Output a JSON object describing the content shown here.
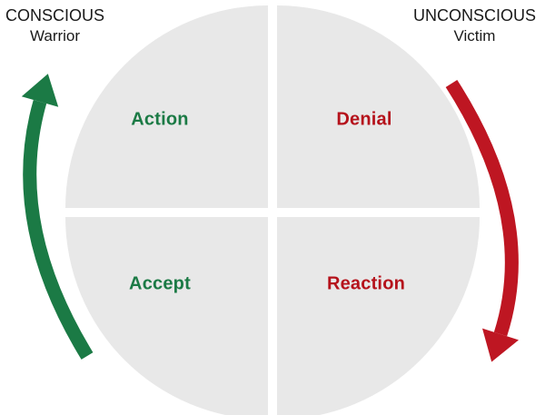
{
  "header": {
    "left": {
      "title": "CONSCIOUS",
      "subtitle": "Warrior"
    },
    "right": {
      "title": "UNCONSCIOUS",
      "subtitle": "Victim"
    }
  },
  "quadrants": [
    {
      "label": "Action",
      "tone": "green",
      "position": "top-left"
    },
    {
      "label": "Denial",
      "tone": "red",
      "position": "top-right"
    },
    {
      "label": "Accept",
      "tone": "green",
      "position": "bottom-left"
    },
    {
      "label": "Reaction",
      "tone": "red",
      "position": "bottom-right"
    }
  ],
  "colors": {
    "arrow_green": "#1b7a45",
    "arrow_red": "#be1622",
    "text_green": "#1b7a45",
    "text_red": "#b5121b",
    "quadrant_fill": "#e8e8e8"
  }
}
